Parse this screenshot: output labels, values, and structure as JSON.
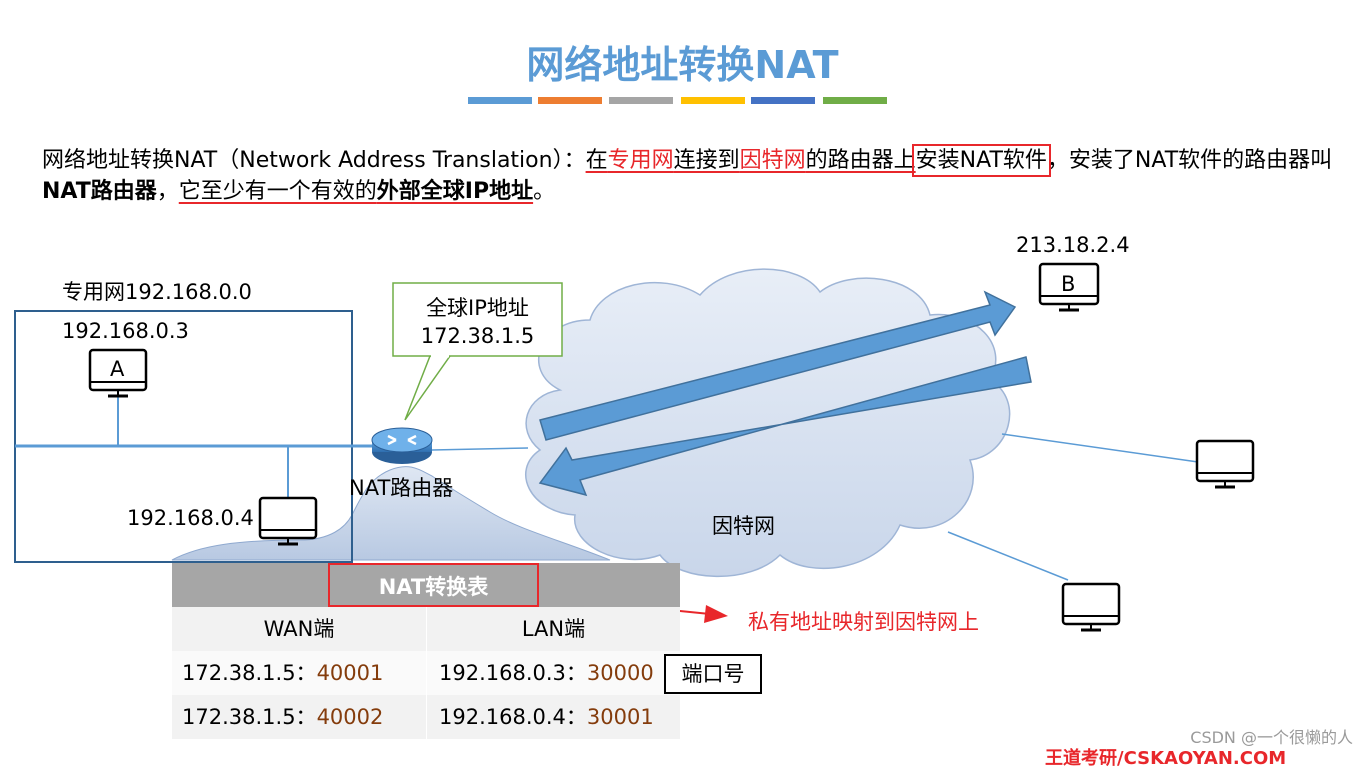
{
  "title": "网络地址转换NAT",
  "title_bar_colors": [
    "#5b9bd5",
    "#ed7d31",
    "#a5a5a5",
    "#ffc000",
    "#4472c4",
    "#70ad47"
  ],
  "description": {
    "p1": "网络地址转换NAT（Network Address Translation）：",
    "p2": "在",
    "p3": "专用网",
    "p4": "连接到",
    "p5": "因特网",
    "p6": "的路由器上",
    "p7": "安装NAT软件",
    "p8": "，安装了NAT软件的路由器叫",
    "p9": "NAT路由器",
    "p10": "，",
    "p11": "它至少有一个有效的",
    "p12": "外部全球IP地址",
    "p13": "。"
  },
  "private_net": {
    "label": "专用网192.168.0.0",
    "host_a_ip": "192.168.0.3",
    "host_a_label": "A",
    "host_b_ip": "192.168.0.4"
  },
  "callout": {
    "line1": "全球IP地址",
    "line2": "172.38.1.5"
  },
  "router_label": "NAT路由器",
  "internet_label": "因特网",
  "remote_host": {
    "ip": "213.18.2.4",
    "label": "B"
  },
  "nat_table": {
    "title": "NAT转换表",
    "headers": [
      "WAN端",
      "LAN端"
    ],
    "rows": [
      {
        "wan_ip": "172.38.1.5：",
        "wan_port": "40001",
        "lan_ip": "192.168.0.3：",
        "lan_port": "30000"
      },
      {
        "wan_ip": "172.38.1.5：",
        "wan_port": "40002",
        "lan_ip": "192.168.0.4：",
        "lan_port": "30001"
      }
    ]
  },
  "port_label": "端口号",
  "mapping_note": "私有地址映射到因特网上",
  "watermark": "CSDN @一个很懒的人",
  "footer": "王道考研/CSKAOYAN.COM",
  "colors": {
    "accent_blue": "#5b9bd5",
    "red": "#e8272b",
    "green": "#70ad47",
    "port_brown": "#843c0c"
  }
}
